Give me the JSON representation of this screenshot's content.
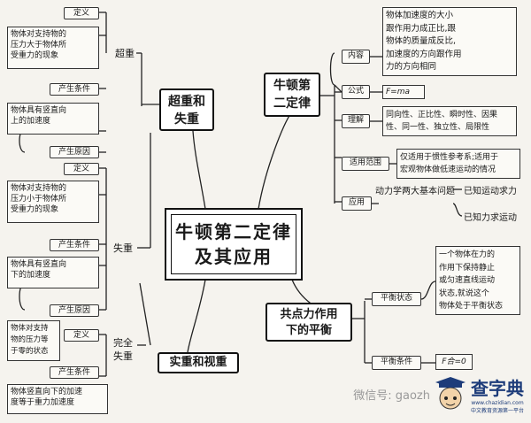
{
  "center": {
    "title": "牛顿第二定律\n及其应用"
  },
  "branches": {
    "newton2": {
      "title": "牛顿第\n二定律",
      "content_tag": "内容",
      "content_text": "物体加速度的大小\n跟作用力成正比,跟\n物体的质量成反比,\n加速度的方向跟作用\n力的方向相同",
      "formula_tag": "公式",
      "formula_text": "F=ma",
      "understand_tag": "理解",
      "understand_text": "同向性、正比性、瞬时性、因果\n性、同一性、独立性、局限性",
      "scope_tag": "适用范围",
      "scope_text": "仅适用于惯性参考系;适用于\n宏观物体做低速运动的情况",
      "apply_tag": "应用",
      "apply_text": "动力学两大基本问题",
      "apply_item1": "已知运动求力",
      "apply_item2": "已知力求运动"
    },
    "equilibrium": {
      "title": "共点力作用\n下的平衡",
      "state_tag": "平衡状态",
      "state_text": "一个物体在力的\n作用下保持静止\n或匀速直线运动\n状态,就说这个\n物体处于平衡状态",
      "cond_tag": "平衡条件",
      "cond_text": "F合=0"
    },
    "overweight": {
      "title": "超重和\n失重",
      "super_label": "超重",
      "super_def_tag": "定义",
      "super_def_text": "物体对支持物的\n压力大于物体所\n受重力的现象",
      "super_cond_tag": "产生条件",
      "super_cond_text": "物体具有竖直向\n上的加速度",
      "super_cause_tag": "产生原因",
      "loss_label": "失重",
      "loss_def_tag": "定义",
      "loss_def_text": "物体对支持物的\n压力小于物体所\n受重力的现象",
      "loss_cond_tag": "产生条件",
      "loss_cond_text": "物体具有竖直向\n下的加速度",
      "loss_cause_tag": "产生原因",
      "full_label": "完全\n失重",
      "full_def_tag": "定义",
      "full_def_text": "物体对支持\n物的压力等\n于零的状态",
      "full_cond_tag": "产生条件",
      "full_cond_text": "物体竖直向下的加速\n度等于重力加速度"
    },
    "real_apparent": {
      "title": "实重和视重"
    }
  },
  "watermark": {
    "wechat": "微信号: gaozh",
    "logo": "查字典",
    "logo_url": "www.chazidian.com",
    "logo_sub": "中文教育资源第一平台"
  }
}
